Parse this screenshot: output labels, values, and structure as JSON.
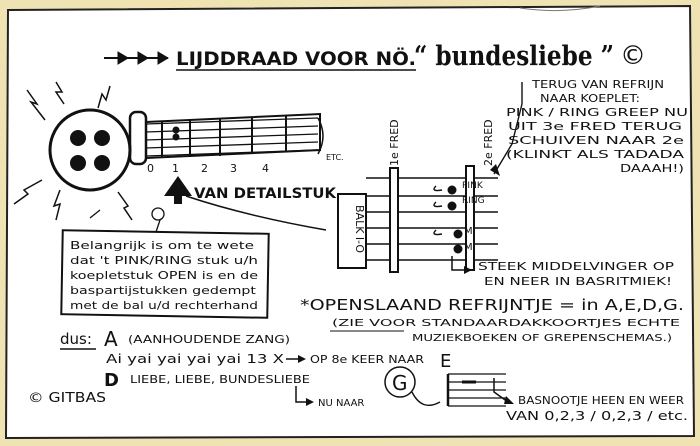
{
  "title": {
    "prefix": "LIJDDRAAD VOOR NÖ.",
    "song": "“ bundesliebe ”",
    "mark": "©"
  },
  "fret_numbers": [
    "0",
    "1",
    "2",
    "3",
    "4",
    "ETC."
  ],
  "detail_label": "VAN DETAILSTUK",
  "fret_labels": {
    "first": "1e FRED",
    "second": "2e FRED"
  },
  "balk_label": "BALK I-O",
  "finger_labels": [
    "PINK",
    "RING",
    "M",
    "M"
  ],
  "top_note": [
    "TERUG VAN REFRIJN",
    "NAAR KOEPLET:",
    "PINK / RING GREEP NU",
    "UIT 3e FRED TERUG",
    "SCHUIVEN NAAR 2e",
    "(KLINKT ALS TADADA",
    "DAAAH!)"
  ],
  "middle_finger_note": [
    "STEEK MIDDELVINGER OP",
    "EN NEER IN BASRITMIEK!"
  ],
  "info_box": [
    "Belangrijk is om te wete",
    "dat 't PINK/RING stuk u/h",
    "koepletstuk OPEN is en de",
    "baspartijstukken gedempt",
    "met de bal u/d rechterhand"
  ],
  "refrain_note": {
    "main": "*OPENSLAAND REFRIJNTJE = in A,E,D,G.",
    "sub": [
      "(ZIE VOOR STANDAARDAKKOORTJES ECHTE",
      "MUZIEKBOEKEN OF GREPENSCHEMAS.)"
    ]
  },
  "dus": {
    "label": "dus:",
    "line1_chord": "A",
    "line1_text": "(AANHOUDENDE ZANG)",
    "line2": "Ai yai yai yai yai  13 X",
    "line2_b": "OP 8e KEER NAAR",
    "line2_chord": "E",
    "line3_chord": "D",
    "line3_text": "LIEBE, LIEBE, BUNDESLIEBE",
    "line4": "NU NAAR",
    "line4_chord": "G"
  },
  "bass_note": [
    "BASNOOTJE HEEN EN WEER",
    "VAN 0,2,3 / 0,2,3 / etc."
  ],
  "credit": "© GITBAS",
  "colors": {
    "paper": "#ffffff",
    "background": "#efe3b3",
    "ink": "#111111"
  }
}
